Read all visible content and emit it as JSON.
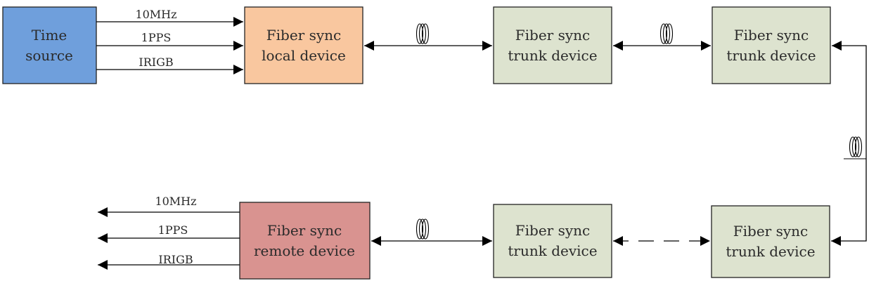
{
  "diagram": {
    "time_source": {
      "line1": "Time",
      "line2": "source",
      "color": "#6f9fdc"
    },
    "local_device": {
      "line1": "Fiber sync",
      "line2": "local device",
      "color": "#f9c79f"
    },
    "trunk_device_1": {
      "line1": "Fiber sync",
      "line2": "trunk device",
      "color": "#dde3cf"
    },
    "trunk_device_2": {
      "line1": "Fiber sync",
      "line2": "trunk device",
      "color": "#dde3cf"
    },
    "trunk_device_3": {
      "line1": "Fiber sync",
      "line2": "trunk device",
      "color": "#dde3cf"
    },
    "trunk_device_4": {
      "line1": "Fiber sync",
      "line2": "trunk device",
      "color": "#dde3cf"
    },
    "remote_device": {
      "line1": "Fiber sync",
      "line2": "remote device",
      "color": "#d99390"
    },
    "input_signals": [
      "10MHz",
      "1PPS",
      "IRIGB"
    ],
    "output_signals": [
      "10MHz",
      "1PPS",
      "IRIGB"
    ],
    "fiber_icon": "fiber-coil-icon"
  }
}
